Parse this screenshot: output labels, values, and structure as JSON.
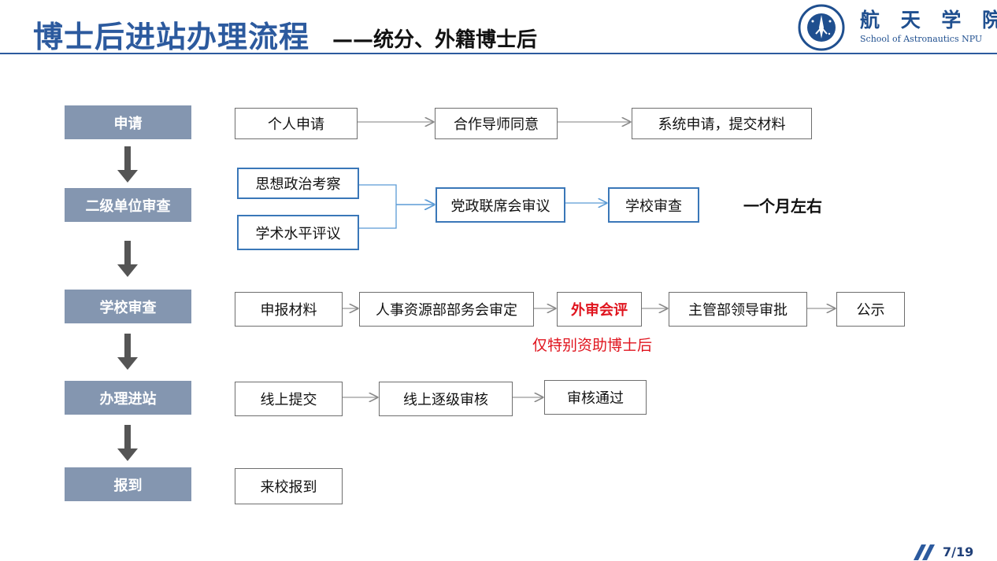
{
  "header": {
    "title_main": "博士后进站办理流程",
    "title_sub": "——统分、外籍博士后",
    "logo_name_cn": "航 天 学 院",
    "logo_name_en": "School of Astronautics NPU",
    "logo_emblem_icon": "university-seal-icon"
  },
  "stages": [
    {
      "label": "申请"
    },
    {
      "label": "二级单位审查"
    },
    {
      "label": "学校审查"
    },
    {
      "label": "办理进站"
    },
    {
      "label": "报到"
    }
  ],
  "apply_row": [
    "个人申请",
    "合作导师同意",
    "系统申请，提交材料"
  ],
  "unit_review": {
    "left": [
      "思想政治考察",
      "学术水平评议"
    ],
    "chain": [
      "党政联席会审议",
      "学校审查"
    ],
    "note": "一个月左右"
  },
  "school_review_row": [
    "申报材料",
    "人事资源部部务会审定",
    "外审会评",
    "主管部领导审批",
    "公示"
  ],
  "school_review_note": "仅特别资助博士后",
  "entry_row": [
    "线上提交",
    "线上逐级审核",
    "审核通过"
  ],
  "report_row": [
    "来校报到"
  ],
  "page": {
    "number": "7/19"
  },
  "colors": {
    "brand_blue": "#2c5a9e",
    "stage_gray": "#8496b0",
    "highlight_red": "#e0141e",
    "box_blue": "#3a77b8"
  }
}
